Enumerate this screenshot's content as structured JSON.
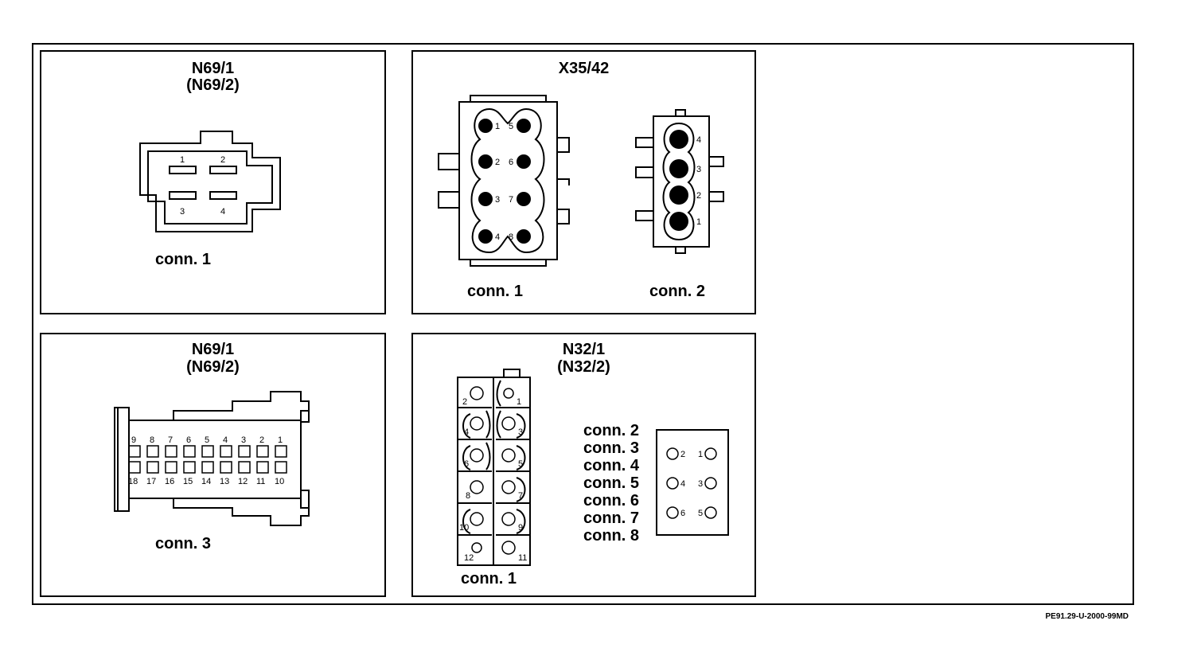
{
  "reference": "PE91.29-U-2000-99MD",
  "panels": {
    "top_left": {
      "title_line1": "N69/1",
      "title_line2": "(N69/2)",
      "connector_label": "conn. 1",
      "pins": [
        "1",
        "2",
        "3",
        "4"
      ]
    },
    "top_right": {
      "title_line1": "X35/42",
      "conn1_label": "conn. 1",
      "conn2_label": "conn. 2",
      "conn1_pins": [
        "1",
        "2",
        "3",
        "4",
        "5",
        "6",
        "7",
        "8"
      ],
      "conn2_pins": [
        "4",
        "3",
        "2",
        "1"
      ]
    },
    "bottom_left": {
      "title_line1": "N69/1",
      "title_line2": "(N69/2)",
      "connector_label": "conn. 3",
      "top_row_pins": [
        "9",
        "8",
        "7",
        "6",
        "5",
        "4",
        "3",
        "2",
        "1"
      ],
      "bottom_row_pins": [
        "18",
        "17",
        "16",
        "15",
        "14",
        "13",
        "12",
        "11",
        "10"
      ]
    },
    "bottom_right": {
      "title_line1": "N32/1",
      "title_line2": "(N32/2)",
      "connector_label": "conn. 1",
      "left_pins": [
        "2",
        "4",
        "6",
        "8",
        "10",
        "12"
      ],
      "right_pins": [
        "1",
        "3",
        "5",
        "7",
        "9",
        "11"
      ],
      "connector_list": [
        "conn. 2",
        "conn. 3",
        "conn. 4",
        "conn. 5",
        "conn. 6",
        "conn. 7",
        "conn. 8"
      ],
      "small_pins": [
        "2",
        "1",
        "4",
        "3",
        "6",
        "5"
      ]
    }
  }
}
